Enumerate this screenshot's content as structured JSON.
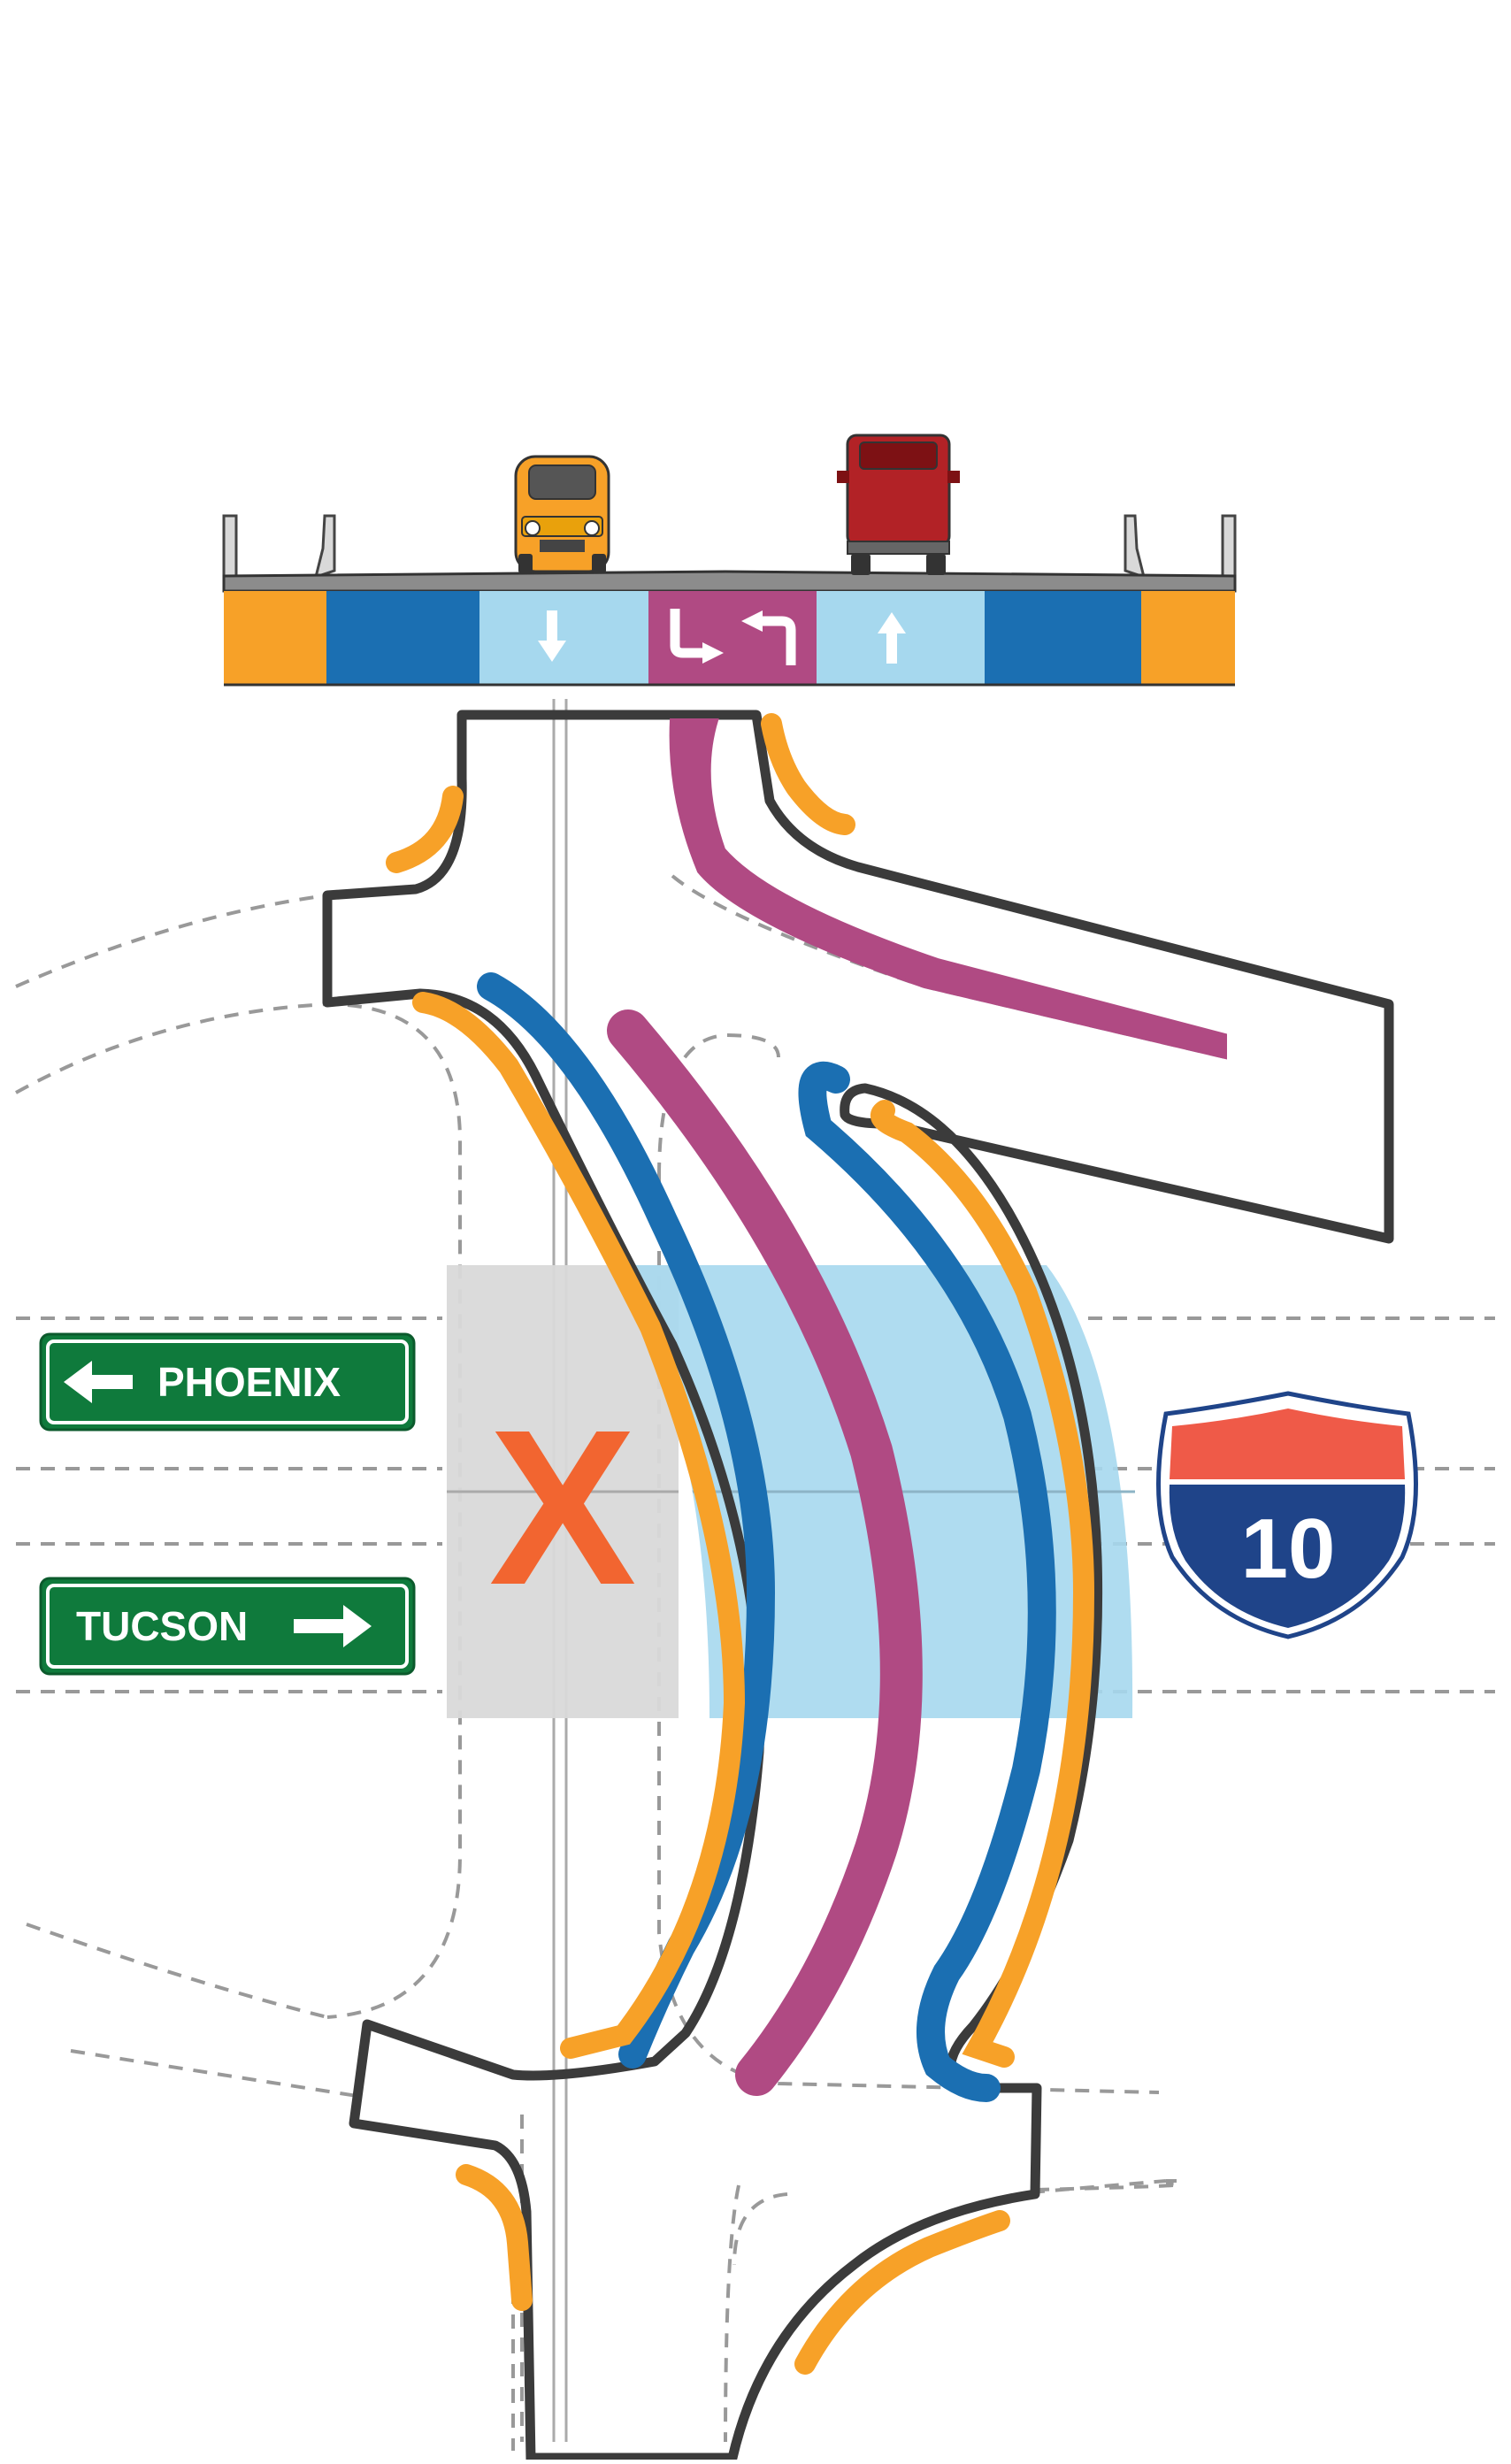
{
  "signs": {
    "phoenix": {
      "label": "PHOENIX",
      "direction": "left",
      "arrow_icon": "arrow-left-icon"
    },
    "tucson": {
      "label": "TUCSON",
      "direction": "right",
      "arrow_icon": "arrow-right-icon"
    }
  },
  "interstate_shield": {
    "number": "10",
    "icon": "interstate-shield-icon"
  },
  "crossing_mark": {
    "label": "X"
  },
  "colors": {
    "sidewalk": "#f7a128",
    "bike_lane": "#1b6fb2",
    "travel_lane": "#a6d8ee",
    "turn_lane": "#b04a83",
    "curb": "#3b3b3b",
    "sign_green": "#0f7a3c",
    "shield_blue": "#1f4489",
    "shield_red": "#ef5a48",
    "crossing_mark": "#f26530",
    "overpass_gray": "#d9d9d9"
  },
  "vehicles": [
    {
      "name": "yellow-car",
      "color": "#f7b318"
    },
    {
      "name": "red-truck",
      "color": "#b22226"
    }
  ]
}
